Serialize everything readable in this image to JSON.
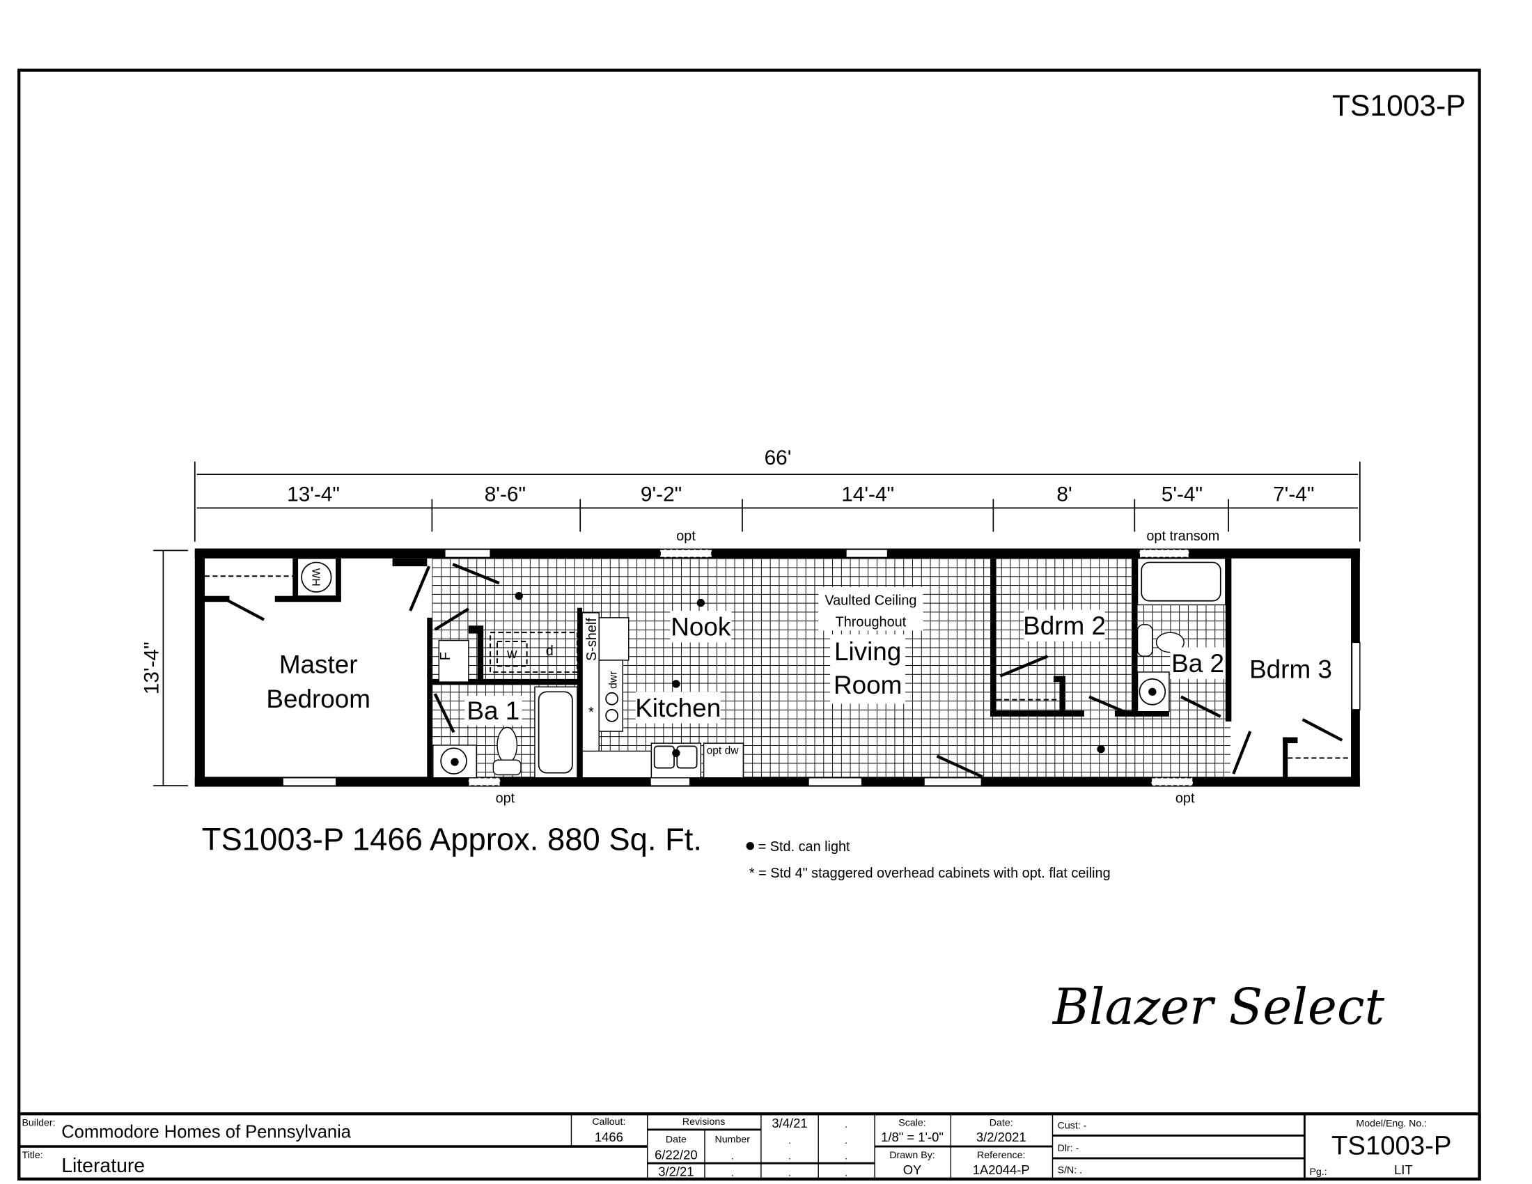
{
  "sheet": {
    "model_top": "TS1003-P",
    "series_name": "Blazer Select"
  },
  "dimensions": {
    "overall_length": "66'",
    "width": "13'-4\"",
    "segments": [
      "13'-4\"",
      "8'-6\"",
      "9'-2\"",
      "14'-4\"",
      "8'",
      "5'-4\"",
      "7'-4\""
    ]
  },
  "rooms": {
    "master_1": "Master",
    "master_2": "Bedroom",
    "ba1": "Ba 1",
    "kitchen": "Kitchen",
    "nook": "Nook",
    "vaulted_1": "Vaulted Ceiling",
    "vaulted_2": "Throughout",
    "living_1": "Living",
    "living_2": "Room",
    "bdrm2": "Bdrm 2",
    "ba2": "Ba 2",
    "bdrm3": "Bdrm 3"
  },
  "fixtures": {
    "wh": "WH",
    "furnace": "F",
    "washer": "w",
    "dryer": "d",
    "sshelf": "S-shelf",
    "dwr": "dwr",
    "star": "*",
    "opt_dw": "opt dw"
  },
  "options": {
    "opt_top": "opt",
    "opt_transom": "opt transom",
    "opt_bottom_left": "opt",
    "opt_bottom_right": "opt"
  },
  "caption": "TS1003-P 1466 Approx. 880 Sq. Ft.",
  "legend": {
    "can_light": "= Std. can light",
    "cabinets": "* = Std 4\" staggered overhead cabinets with opt. flat ceiling"
  },
  "title_block": {
    "builder_label": "Builder:",
    "builder": "Commodore Homes of Pennsylvania",
    "title_label": "Title:",
    "title": "Literature",
    "callout_label": "Callout:",
    "callout": "1466",
    "revisions_label": "Revisions",
    "rev_date_label": "Date",
    "rev_number_label": "Number",
    "rev_col3_top": "3/4/21",
    "rev_col4_top": ".",
    "rev_rows": [
      [
        ".",
        "."
      ],
      [
        "6/22/20",
        ".",
        ".",
        "."
      ],
      [
        "3/2/21",
        ".",
        ".",
        "."
      ]
    ],
    "scale_label": "Scale:",
    "scale": "1/8\" = 1'-0\"",
    "drawn_label": "Drawn By:",
    "drawn": "OY",
    "date_label": "Date:",
    "date": "3/2/2021",
    "reference_label": "Reference:",
    "reference": "1A2044-P",
    "cust": "Cust: -",
    "dlr": "Dlr:  -",
    "sn": "S/N:  .",
    "model_label": "Model/Eng. No.:",
    "model": "TS1003-P",
    "pg_label": "Pg.:",
    "pg": "LIT"
  }
}
